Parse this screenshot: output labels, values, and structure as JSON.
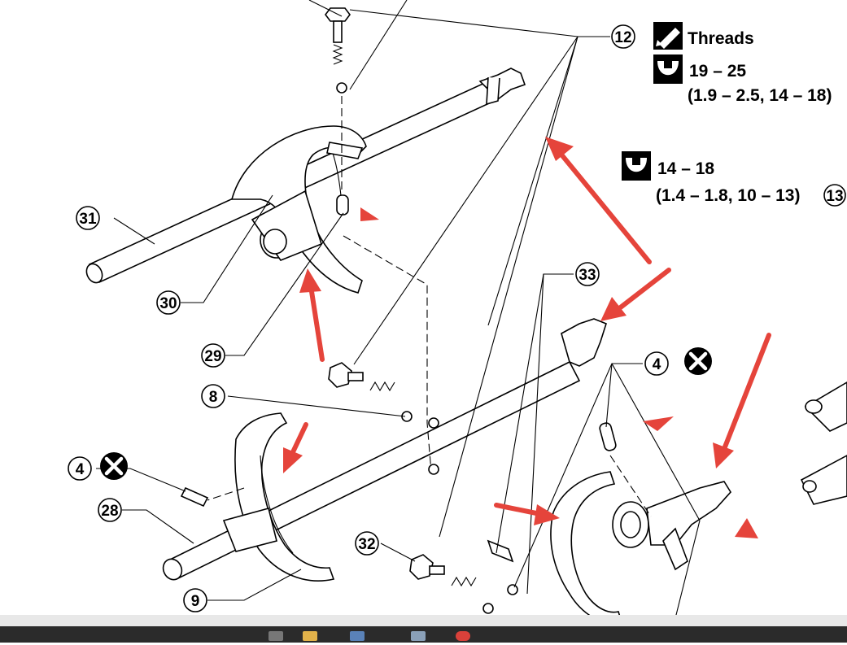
{
  "legend": {
    "threads_label": "Threads",
    "torque_1_value": "19 – 25",
    "torque_1_alt": "(1.9 – 2.5, 14 – 18)",
    "torque_2_value": "14 – 18",
    "torque_2_alt": "(1.4 – 1.8, 10 – 13)"
  },
  "callouts": {
    "c4a": "4",
    "c4b": "4",
    "c8": "8",
    "c9": "9",
    "c12": "12",
    "c13": "13",
    "c28": "28",
    "c29": "29",
    "c30": "30",
    "c31": "31",
    "c32": "32",
    "c33": "33"
  },
  "icons": {
    "threads": "threads-icon",
    "torque": "torque-wrench-icon",
    "no_reuse": "do-not-reuse-icon"
  },
  "colors": {
    "annotation_arrow": "#e5443b",
    "line_art": "#000000",
    "taskbar": "#2b2b2b"
  }
}
